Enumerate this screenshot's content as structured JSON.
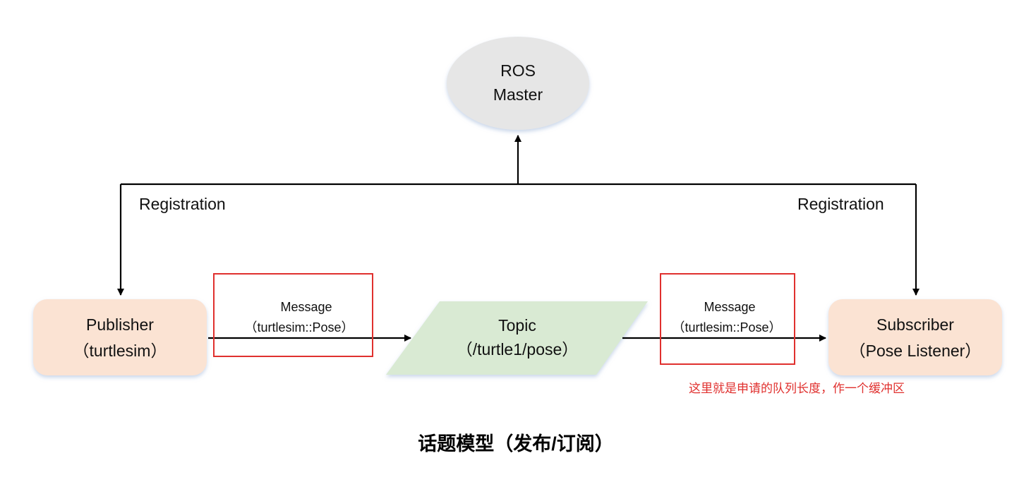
{
  "nodes": {
    "ros_master": {
      "line1": "ROS",
      "line2": "Master"
    },
    "publisher": {
      "line1": "Publisher",
      "line2": "（turtlesim）"
    },
    "topic": {
      "line1": "Topic",
      "line2": "（/turtle1/pose）"
    },
    "subscriber": {
      "line1": "Subscriber",
      "line2": "（Pose Listener）"
    }
  },
  "edges": {
    "registration_left": "Registration",
    "registration_right": "Registration",
    "message_left": {
      "line1": "Message",
      "line2": "（turtlesim::Pose）"
    },
    "message_right": {
      "line1": "Message",
      "line2": "（turtlesim::Pose）"
    }
  },
  "annotation": {
    "note": "这里就是申请的队列长度，作一个缓冲区",
    "color": "#e0302e"
  },
  "caption": "话题模型（发布/订阅）",
  "colors": {
    "master_fill": "#e6e6e6",
    "node_fill": "#fbe3d3",
    "topic_fill": "#d9ead3",
    "highlight_box": "#e0302e"
  }
}
